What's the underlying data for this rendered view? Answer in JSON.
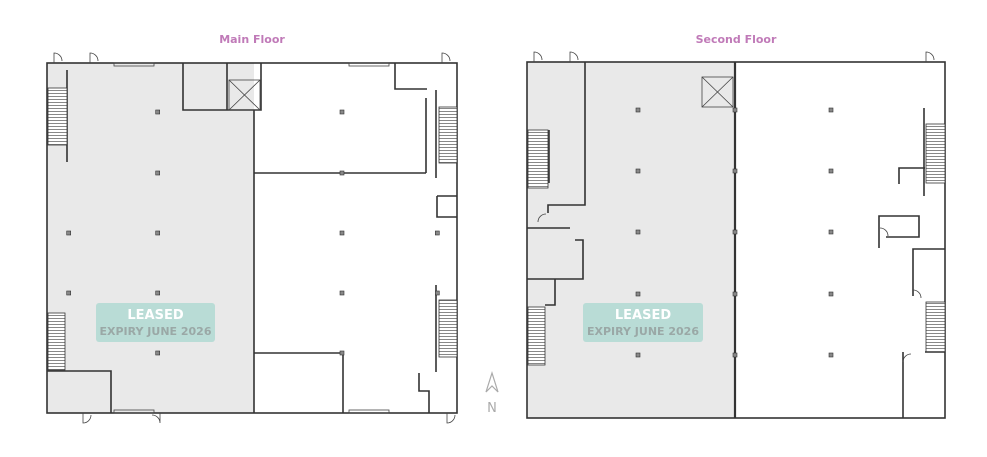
{
  "floors": [
    {
      "title": "Main Floor",
      "status": "LEASED",
      "expiry": "EXPIRY JUNE 2026"
    },
    {
      "title": "Second Floor",
      "status": "LEASED",
      "expiry": "EXPIRY JUNE 2026"
    }
  ],
  "compass": {
    "label": "N"
  },
  "colors": {
    "leased_fill": "#e9e9e9",
    "label_bg": "#b9dcd6",
    "title": "#c07ab8",
    "wall": "#333333"
  }
}
